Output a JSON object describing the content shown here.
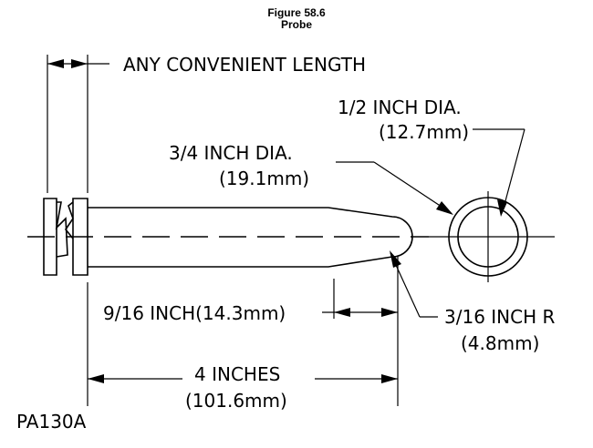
{
  "figure": {
    "number_label": "Figure 58.6",
    "name": "Probe"
  },
  "dimensions": {
    "handle_length": "ANY CONVENIENT LENGTH",
    "shaft_dia": "3/4 INCH DIA.",
    "shaft_dia_metric": "(19.1mm)",
    "bore_dia": "1/2 INCH DIA.",
    "bore_dia_metric": "(12.7mm)",
    "taper_length": "9/16 INCH(14.3mm)",
    "tip_radius": "3/16 INCH R",
    "tip_radius_metric": "(4.8mm)",
    "overall_length": "4 INCHES",
    "overall_length_metric": "(101.6mm)"
  },
  "drawing_id": "PA130A"
}
